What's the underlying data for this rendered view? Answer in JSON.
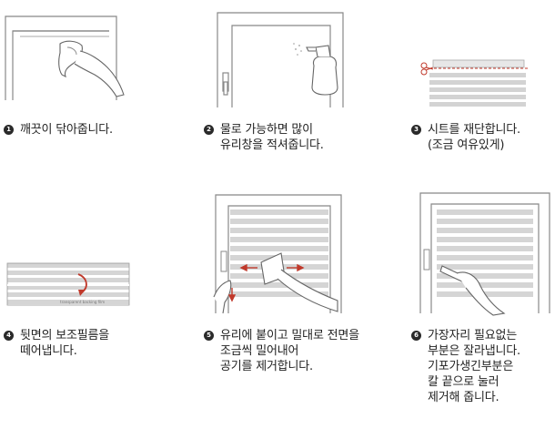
{
  "colors": {
    "accent_red": "#c0392b",
    "line_gray": "#9a9a9a",
    "blind_gray": "#cfcfcf",
    "text": "#222222"
  },
  "steps": [
    {
      "number": "1",
      "lines": [
        "깨끗이 닦아줍니다."
      ]
    },
    {
      "number": "2",
      "lines": [
        "물로 가능하면 많이",
        "유리창을 적셔줍니다."
      ]
    },
    {
      "number": "3",
      "lines": [
        "시트를 재단합니다.",
        "(조금 여유있게)"
      ]
    },
    {
      "number": "4",
      "lines": [
        "뒷면의 보조필름을",
        "떼어냅니다."
      ]
    },
    {
      "number": "5",
      "lines": [
        "유리에 붙이고 밀대로 전면을",
        "조금씩 밀어내어",
        "공기를 제거합니다."
      ]
    },
    {
      "number": "6",
      "lines": [
        "가장자리 필요없는",
        "부분은 잘라냅니다.",
        "기포가생긴부분은",
        "칼 끝으로 눌러",
        "제거해 줍니다."
      ]
    }
  ],
  "film_label": "transparent backing film",
  "icons": [
    "hand-wiping-icon",
    "spray-bottle-icon",
    "scissors-icon",
    "peel-arrow-icon",
    "squeegee-hand-icon",
    "cutter-hand-icon"
  ]
}
